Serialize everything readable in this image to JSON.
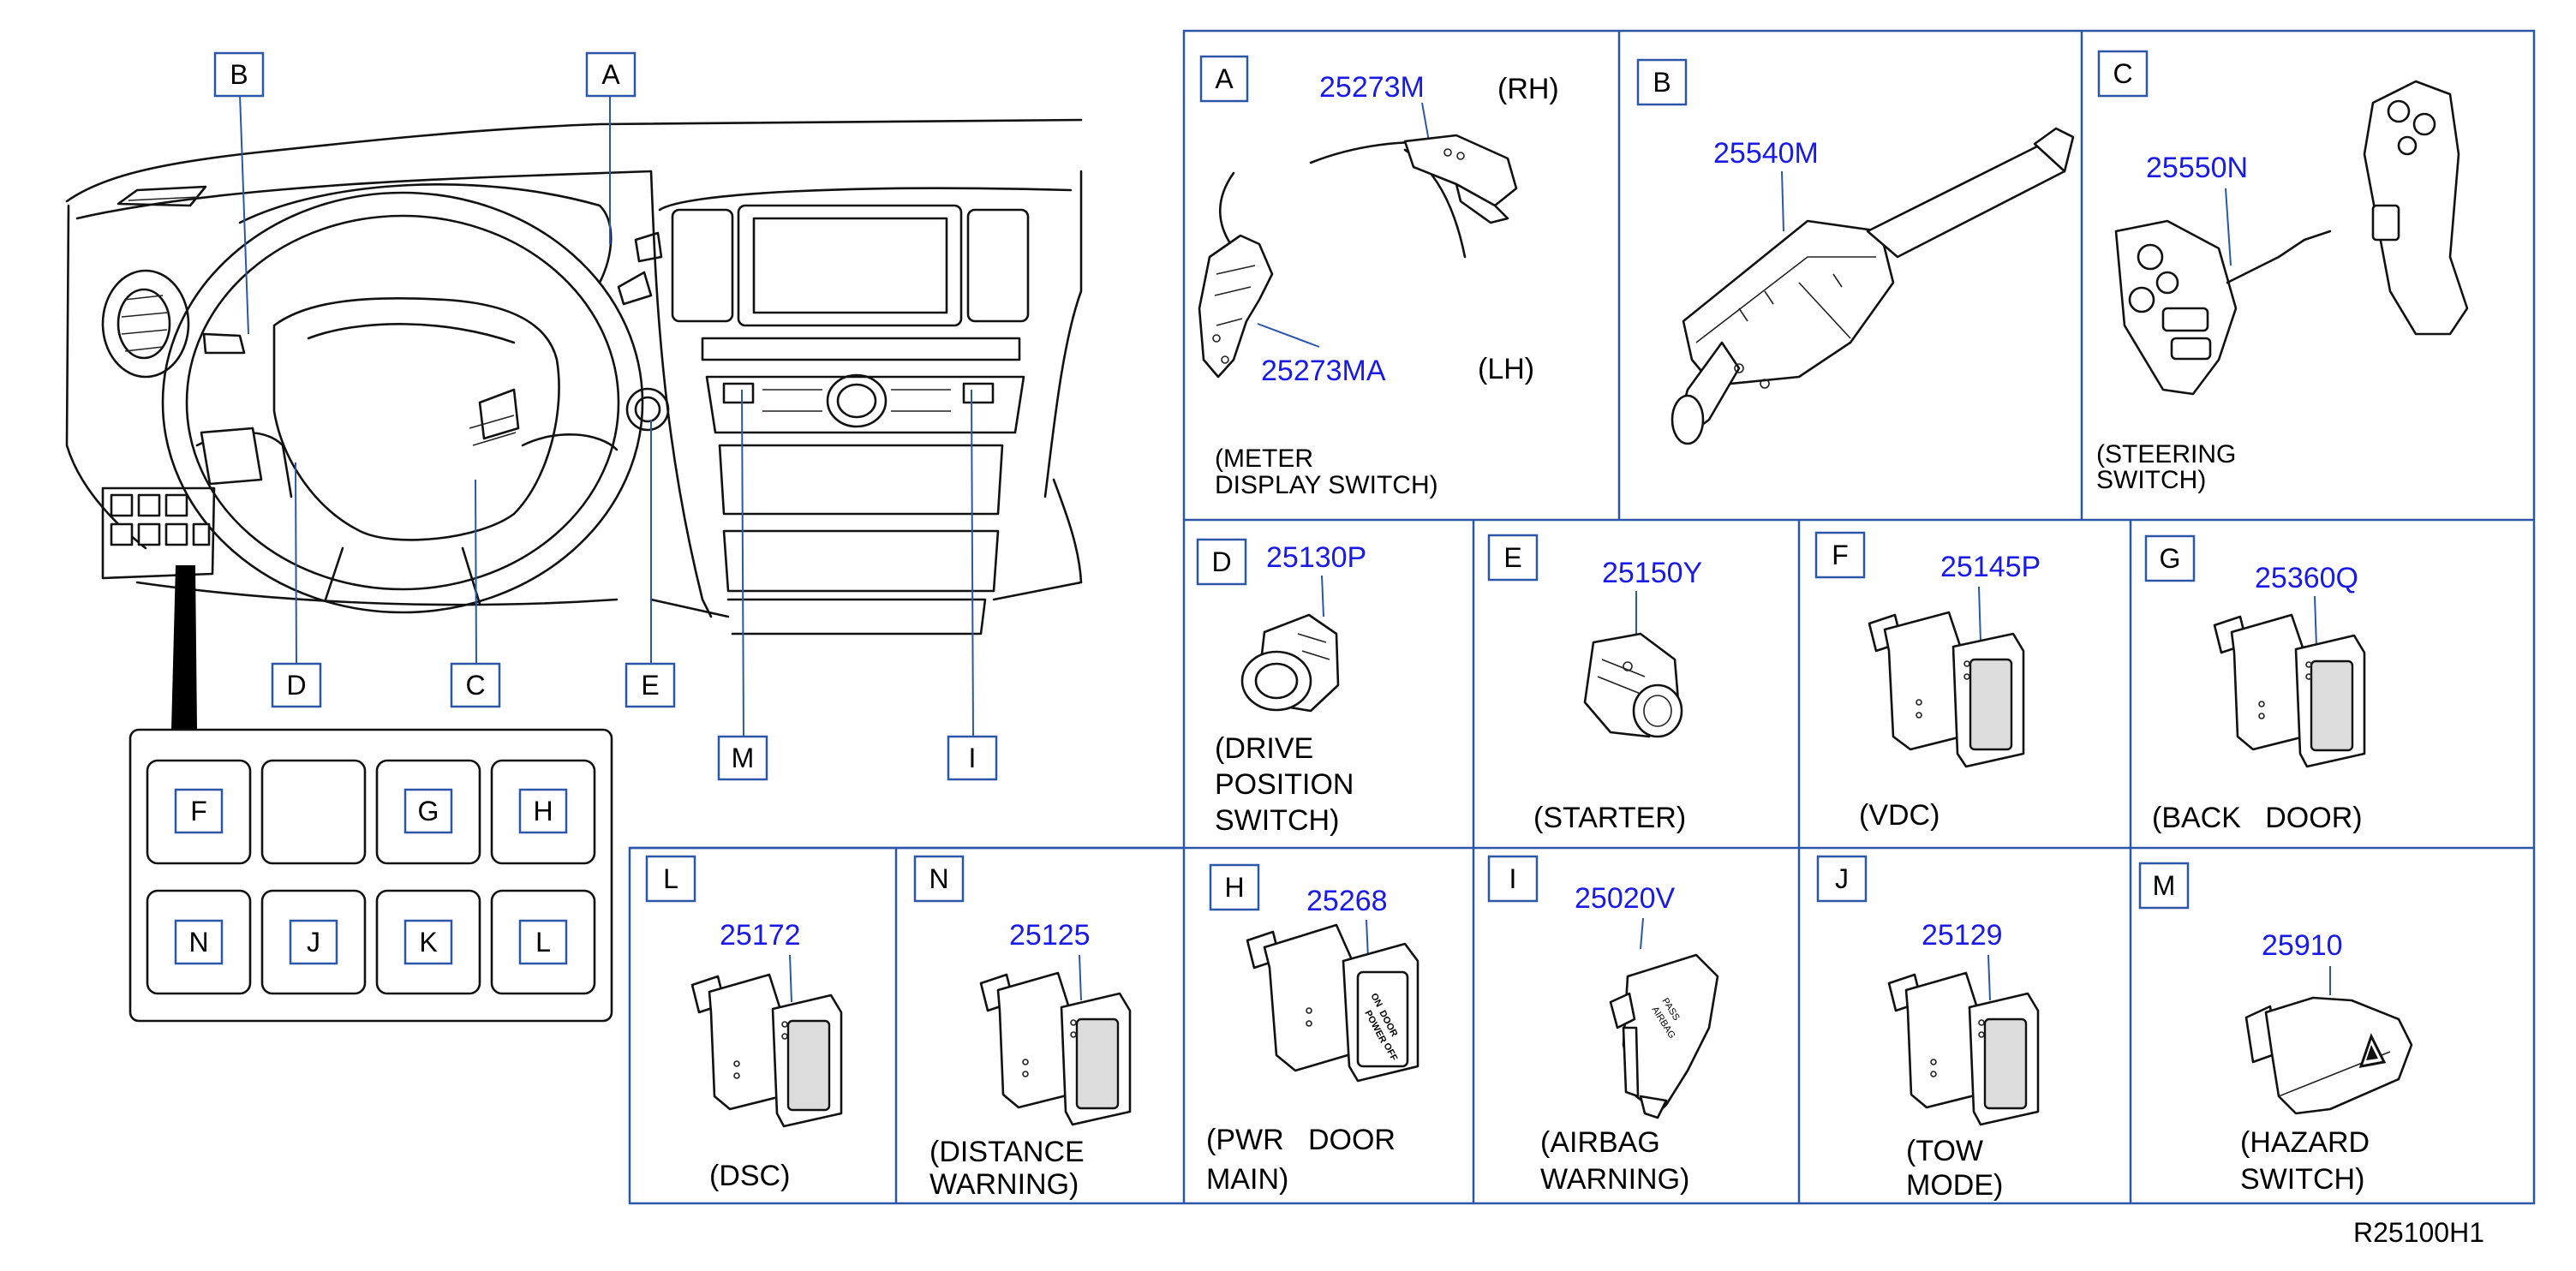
{
  "overview": {
    "callouts": {
      "B": "B",
      "A": "A",
      "D": "D",
      "C": "C",
      "E": "E",
      "M": "M",
      "I": "I"
    },
    "switch_panel": [
      {
        "top": "F",
        "empty": "",
        "g": "G",
        "h": "H"
      },
      {
        "n": "N",
        "j": "J",
        "k": "K",
        "l": "L"
      }
    ]
  },
  "cells": {
    "A": {
      "letter": "A",
      "pn1": "25273M",
      "side1": "(RH)",
      "pn2": "25273MA",
      "side2": "(LH)",
      "desc1": "(METER",
      "desc2": "DISPLAY SWITCH)"
    },
    "B": {
      "letter": "B",
      "pn": "25540M"
    },
    "C": {
      "letter": "C",
      "pn": "25550N",
      "desc1": "(STEERING",
      "desc2": "SWITCH)"
    },
    "D": {
      "letter": "D",
      "pn": "25130P",
      "desc1": "(DRIVE",
      "desc2": "POSITION",
      "desc3": "SWITCH)"
    },
    "E": {
      "letter": "E",
      "pn": "25150Y",
      "desc1": "(STARTER)"
    },
    "F": {
      "letter": "F",
      "pn": "25145P",
      "desc1": "(VDC)"
    },
    "G": {
      "letter": "G",
      "pn": "25360Q",
      "desc1": "(BACK   DOOR)"
    },
    "L": {
      "letter": "L",
      "pn": "25172",
      "desc1": "(DSC)"
    },
    "N": {
      "letter": "N",
      "pn": "25125",
      "desc1": "(DISTANCE",
      "desc2": "WARNING)"
    },
    "H": {
      "letter": "H",
      "pn": "25268",
      "desc1": "(PWR   DOOR",
      "desc2": "MAIN)",
      "face1": "ON",
      "face2": "POWER",
      "face3": "DOOR",
      "face4": "OFF"
    },
    "I": {
      "letter": "I",
      "pn": "25020V",
      "desc1": "(AIRBAG",
      "desc2": "WARNING)",
      "face1": "PASS",
      "face2": "AIRBAG"
    },
    "J": {
      "letter": "J",
      "pn": "25129",
      "desc1": "(TOW",
      "desc2": "MODE)"
    },
    "M": {
      "letter": "M",
      "pn": "25910",
      "desc1": "(HAZARD",
      "desc2": "SWITCH)"
    }
  },
  "footer_code": "R25100H1",
  "colors": {
    "part_number": "#1a1ae6",
    "grid": "#2c57a8",
    "ink": "#111111"
  }
}
